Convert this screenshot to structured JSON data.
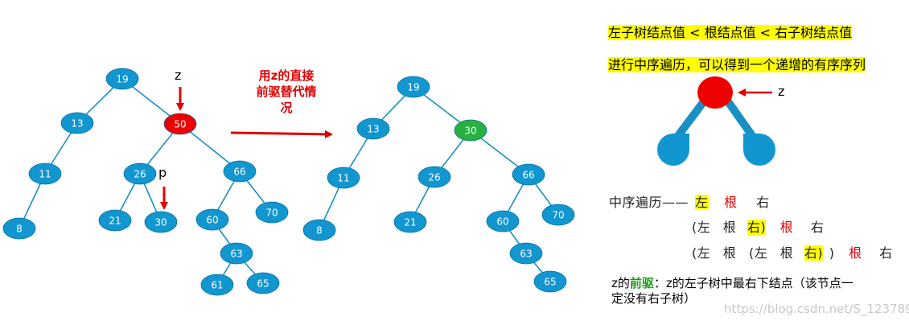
{
  "tree_before": {
    "nodes": [
      {
        "id": "n19",
        "label": "19",
        "color": "#1196d0"
      },
      {
        "id": "n13",
        "label": "13",
        "color": "#1196d0"
      },
      {
        "id": "n50",
        "label": "50",
        "color": "#ee0000"
      },
      {
        "id": "n11",
        "label": "11",
        "color": "#1196d0"
      },
      {
        "id": "n8",
        "label": "8",
        "color": "#1196d0"
      },
      {
        "id": "n26",
        "label": "26",
        "color": "#1196d0"
      },
      {
        "id": "n66",
        "label": "66",
        "color": "#1196d0"
      },
      {
        "id": "n21",
        "label": "21",
        "color": "#1196d0"
      },
      {
        "id": "n30",
        "label": "30",
        "color": "#1196d0"
      },
      {
        "id": "n60",
        "label": "60",
        "color": "#1196d0"
      },
      {
        "id": "n70",
        "label": "70",
        "color": "#1196d0"
      },
      {
        "id": "n63",
        "label": "63",
        "color": "#1196d0"
      },
      {
        "id": "n61",
        "label": "61",
        "color": "#1196d0"
      },
      {
        "id": "n65",
        "label": "65",
        "color": "#1196d0"
      }
    ],
    "edges": [
      [
        "n19",
        "n13"
      ],
      [
        "n19",
        "n50"
      ],
      [
        "n13",
        "n11"
      ],
      [
        "n11",
        "n8"
      ],
      [
        "n50",
        "n26"
      ],
      [
        "n50",
        "n66"
      ],
      [
        "n26",
        "n21"
      ],
      [
        "n26",
        "n30"
      ],
      [
        "n66",
        "n60"
      ],
      [
        "n66",
        "n70"
      ],
      [
        "n60",
        "n63"
      ],
      [
        "n63",
        "n61"
      ],
      [
        "n63",
        "n65"
      ]
    ],
    "label_z": "z",
    "label_p": "p"
  },
  "transform_label": [
    "用z的直接",
    "前驱替代情",
    "况"
  ],
  "tree_after": {
    "nodes": [
      {
        "id": "m19",
        "label": "19",
        "color": "#1196d0"
      },
      {
        "id": "m13",
        "label": "13",
        "color": "#1196d0"
      },
      {
        "id": "m30",
        "label": "30",
        "color": "#28b040"
      },
      {
        "id": "m11",
        "label": "11",
        "color": "#1196d0"
      },
      {
        "id": "m8",
        "label": "8",
        "color": "#1196d0"
      },
      {
        "id": "m26",
        "label": "26",
        "color": "#1196d0"
      },
      {
        "id": "m66",
        "label": "66",
        "color": "#1196d0"
      },
      {
        "id": "m21",
        "label": "21",
        "color": "#1196d0"
      },
      {
        "id": "m60",
        "label": "60",
        "color": "#1196d0"
      },
      {
        "id": "m70",
        "label": "70",
        "color": "#1196d0"
      },
      {
        "id": "m63",
        "label": "63",
        "color": "#1196d0"
      },
      {
        "id": "m65",
        "label": "65",
        "color": "#1196d0"
      }
    ],
    "edges": [
      [
        "m19",
        "m13"
      ],
      [
        "m19",
        "m30"
      ],
      [
        "m13",
        "m11"
      ],
      [
        "m11",
        "m8"
      ],
      [
        "m30",
        "m26"
      ],
      [
        "m30",
        "m66"
      ],
      [
        "m26",
        "m21"
      ],
      [
        "m66",
        "m60"
      ],
      [
        "m66",
        "m70"
      ],
      [
        "m60",
        "m63"
      ],
      [
        "m63",
        "m65"
      ]
    ]
  },
  "right_panel": {
    "bst_rule": "左子树结点值 < 根结点值 < 右子树结点值",
    "inorder_note": "进行中序遍历，可以得到一个递增的有序序列",
    "diagram_label_z": "z",
    "inorder_title": "中序遍历——",
    "row1": [
      "左",
      "根",
      "右"
    ],
    "row2": [
      "(左",
      "根",
      "右)",
      "根",
      "右"
    ],
    "row3": [
      "(左",
      "根",
      "(左",
      "根",
      "右)",
      ")",
      "根",
      "右"
    ],
    "pred_prefix": "z的",
    "pred_word": "前驱",
    "pred_rest": "：z的左子树中最右下结点（该节点一",
    "pred_line2": "定没有右子树）",
    "watermark": "https://blog.csdn.net/S_123789"
  },
  "colors": {
    "node_blue": "#1196d0",
    "edge_blue": "#1a8fc4",
    "red": "#ee0000",
    "green": "#28b040",
    "highlight": "#ffff00"
  }
}
